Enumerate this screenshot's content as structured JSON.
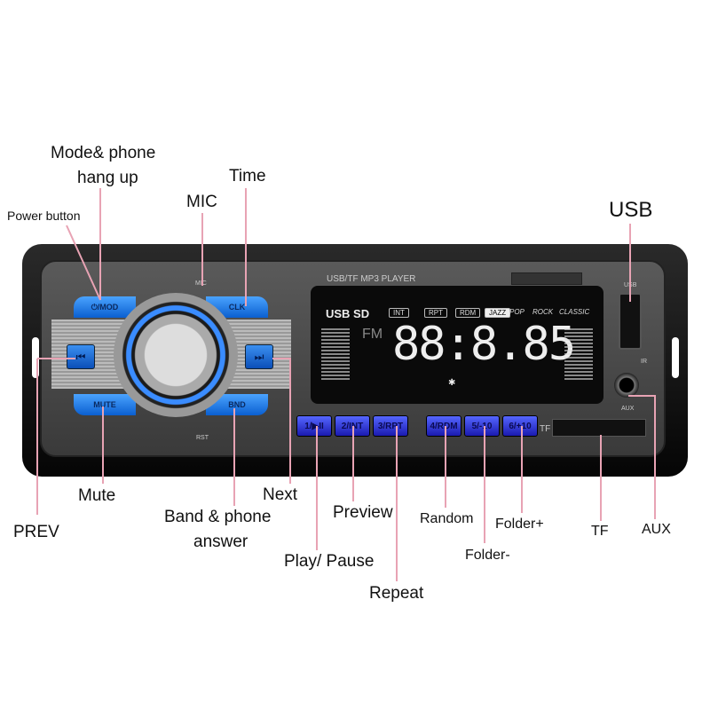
{
  "callouts": {
    "mode_phone_line1": "Mode& phone",
    "mode_phone_line2": "hang up",
    "power_button": "Power button",
    "mic": "MIC",
    "time": "Time",
    "usb": "USB",
    "mute": "Mute",
    "next": "Next",
    "prev": "PREV",
    "band_line1": "Band & phone",
    "band_line2": "answer",
    "preview": "Preview",
    "play_pause": "Play/ Pause",
    "random": "Random",
    "folder_plus": "Folder+",
    "folder_minus": "Folder-",
    "tf": "TF",
    "aux": "AUX",
    "repeat": "Repeat"
  },
  "device": {
    "brand_text": "USB/TF  MP3  PLAYER",
    "mic": "MIC",
    "rst": "RST",
    "mode_button": "⏻/MOD",
    "clk_button": "CLK",
    "mute_button": "MUTE",
    "bnd_button": "BND",
    "prev_glyph": "⏮",
    "next_glyph": "⏭",
    "usb_port": "USB",
    "ir": "IR",
    "aux_port": "AUX",
    "tf_slot": "TF",
    "display": {
      "sources": "USB  SD",
      "modes": [
        "INT",
        "RPT",
        "RDM"
      ],
      "eq": [
        "JAZZ",
        "POP",
        "ROCK",
        "CLASSIC"
      ],
      "band": "FM",
      "digits": "88:8.85",
      "bt_glyph": "✱"
    },
    "number_buttons": [
      "1/▶II",
      "2/INT",
      "3/RPT",
      "4/RDM",
      "5/-10",
      "6/+10"
    ]
  },
  "colors": {
    "accent_blue": "#1a6fe0",
    "callout_line": "#e8a3b4"
  }
}
